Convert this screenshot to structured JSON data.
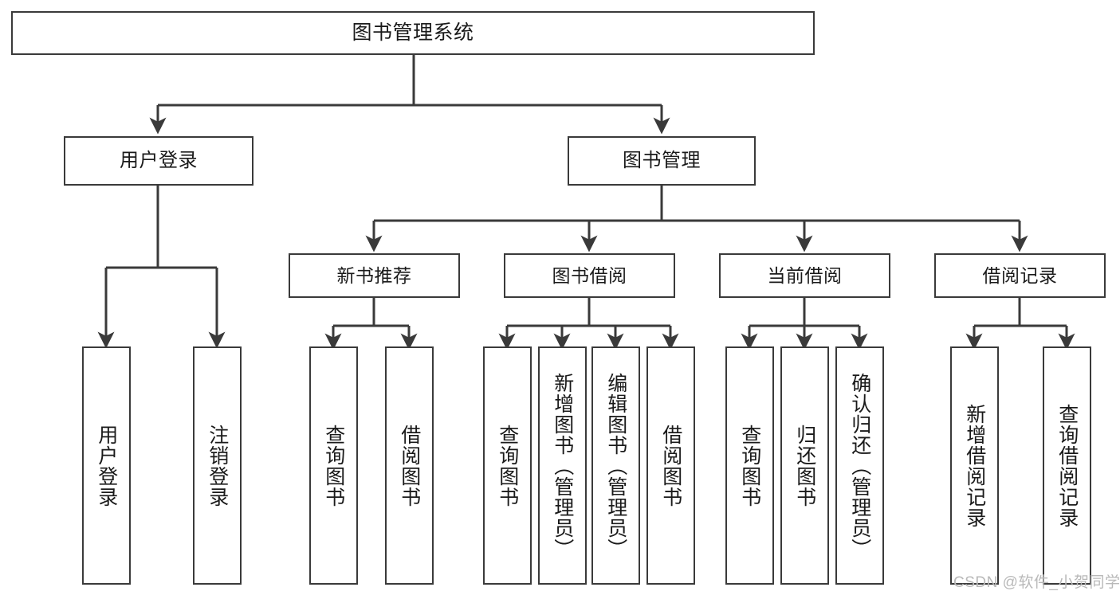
{
  "diagram": {
    "type": "tree",
    "title": "图书管理系统",
    "root": {
      "label": "图书管理系统"
    },
    "level2": [
      {
        "label": "用户登录"
      },
      {
        "label": "图书管理"
      }
    ],
    "level3": [
      {
        "label": "新书推荐"
      },
      {
        "label": "图书借阅"
      },
      {
        "label": "当前借阅"
      },
      {
        "label": "借阅记录"
      }
    ],
    "leaves": [
      {
        "label": "用户登录",
        "parent": "用户登录"
      },
      {
        "label": "注销登录",
        "parent": "用户登录"
      },
      {
        "label": "查询图书",
        "parent": "新书推荐"
      },
      {
        "label": "借阅图书",
        "parent": "新书推荐"
      },
      {
        "label": "查询图书",
        "parent": "图书借阅"
      },
      {
        "label": "新增图书（管理员）",
        "parent": "图书借阅"
      },
      {
        "label": "编辑图书（管理员）",
        "parent": "图书借阅"
      },
      {
        "label": "借阅图书",
        "parent": "图书借阅"
      },
      {
        "label": "查询图书",
        "parent": "当前借阅"
      },
      {
        "label": "归还图书",
        "parent": "当前借阅"
      },
      {
        "label": "确认归还（管理员）",
        "parent": "当前借阅"
      },
      {
        "label": "新增借阅记录",
        "parent": "借阅记录"
      },
      {
        "label": "查询借阅记录",
        "parent": "借阅记录"
      }
    ]
  },
  "watermark": {
    "text": "CSDN @软件_小贺同学"
  },
  "colors": {
    "stroke": "#3a3a3a",
    "background": "#ffffff",
    "text": "#1a1a1a",
    "watermark": "#b9b9b9"
  }
}
